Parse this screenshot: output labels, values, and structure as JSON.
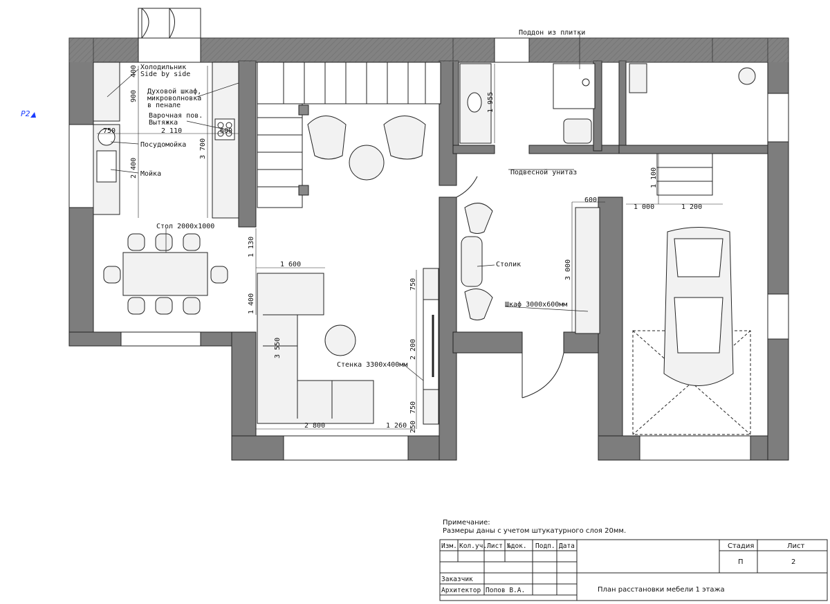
{
  "marker": "P2",
  "labels": {
    "fridge": "Холодильник",
    "fridge2": "Side by side",
    "oven": "Духовой шкаф,",
    "oven2": "микроволновка",
    "oven3": "в пенале",
    "hob": "Варочная пов.",
    "hob2": "Вытяжка",
    "dishwasher": "Посудомойка",
    "sink": "Мойка",
    "table": "Стол 2000х1000",
    "tray": "Поддон из плитки",
    "toilet": "Подвесной унитаз",
    "coffee_table": "Столик",
    "wardrobe": "Шкаф 3000х600мм",
    "tv_wall": "Стенка 3300х400мм"
  },
  "dimensions": {
    "d400": "400",
    "d900": "900",
    "d750a": "750",
    "d2110": "2 110",
    "d600a": "600",
    "d3700": "3 700",
    "d2400": "2 400",
    "d1955": "1 955",
    "d1100": "1 100",
    "d1000": "1 000",
    "d1200": "1 200",
    "d600b": "600",
    "d3000": "3 000",
    "d1130": "1 130",
    "d1400": "1 400",
    "d1600": "1 600",
    "d3550": "3 550",
    "d750b": "750",
    "d2200": "2 200",
    "d750c": "750",
    "d250": "250",
    "d2800": "2 800",
    "d1260": "1 260"
  },
  "notes": {
    "title": "Примечание:",
    "text": "Размеры даны с учетом штукатурного слоя 20мм."
  },
  "title_block": {
    "headers": [
      "Изм.",
      "Кол.уч.",
      "Лист",
      "№док.",
      "Подп.",
      "Дата"
    ],
    "customer": "Заказчик",
    "architect_role": "Архитектор",
    "architect_name": "Попов В.А.",
    "drawing_title": "План расстановки мебели 1 этажа",
    "stage_label": "Стадия",
    "stage_value": "П",
    "sheet_label": "Лист",
    "sheet_value": "2"
  },
  "colors": {
    "wall": "#7a7a7a",
    "furniture": "#f2f2f2",
    "line": "#111111",
    "marker": "#1a3cff"
  }
}
